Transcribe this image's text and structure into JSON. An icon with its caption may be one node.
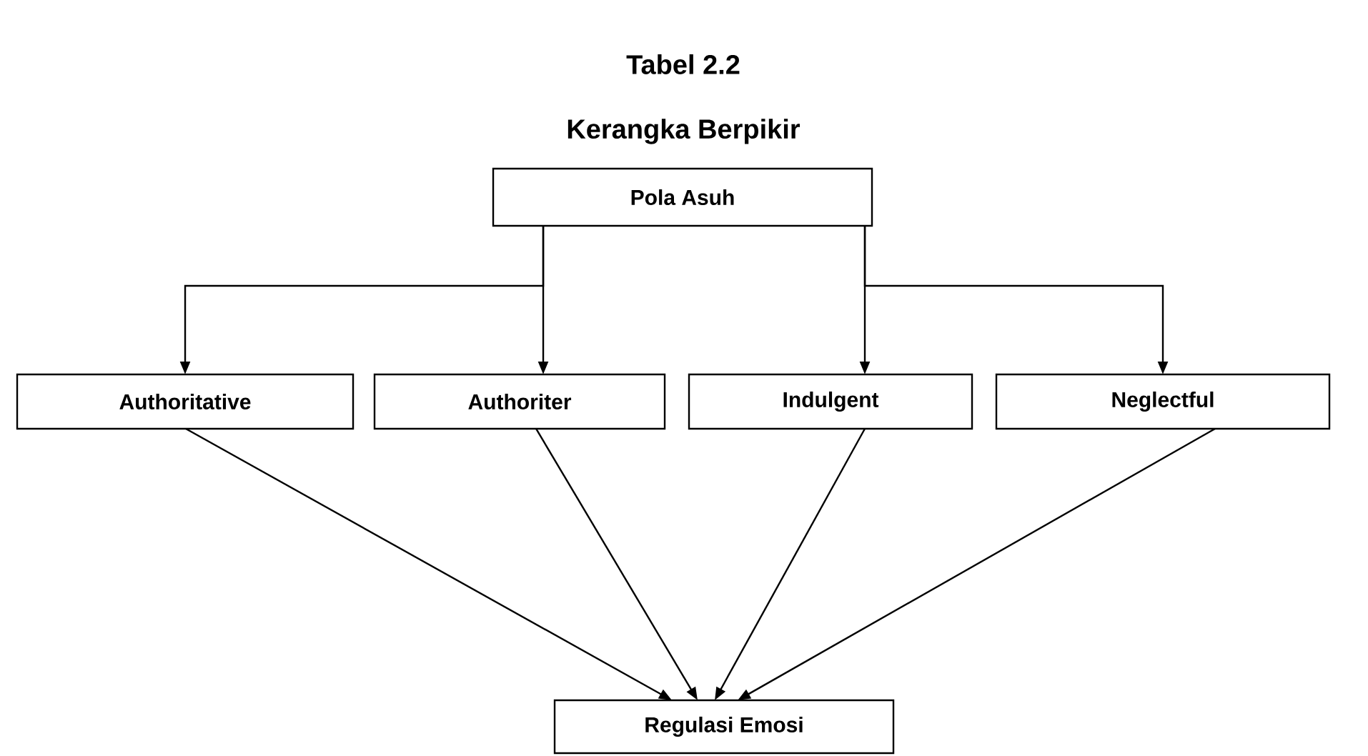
{
  "diagram": {
    "title": "Tabel 2.2",
    "nodes": [
      {
        "text": [
          "Pola Asuh"
        ]
      },
      {
        "text": [
          "Authoritative"
        ]
      },
      {
        "text": [
          "Authoriter"
        ]
      },
      {
        "text": [
          "Indulgent"
        ]
      },
      {
        "text": [
          "Neglectful"
        ]
      },
      {
        "text": [
          "Regulasi Emosi"
        ]
      }
    ],
    "edges": [
      {
        "from": 0,
        "to": 1,
        "arrow": "to"
      },
      {
        "from": 0,
        "to": 2,
        "arrow": "to"
      },
      {
        "from": 0,
        "to": 3,
        "arrow": "to"
      },
      {
        "from": 0,
        "to": 4,
        "arrow": "to"
      },
      {
        "from": 1,
        "to": 5,
        "arrow": "to"
      },
      {
        "from": 2,
        "to": 5,
        "arrow": "to"
      },
      {
        "from": 3,
        "to": 5,
        "arrow": "to"
      },
      {
        "from": 4,
        "to": 5,
        "arrow": "to"
      }
    ],
    "labels": [
      "Kerangka Berpikir"
    ]
  }
}
